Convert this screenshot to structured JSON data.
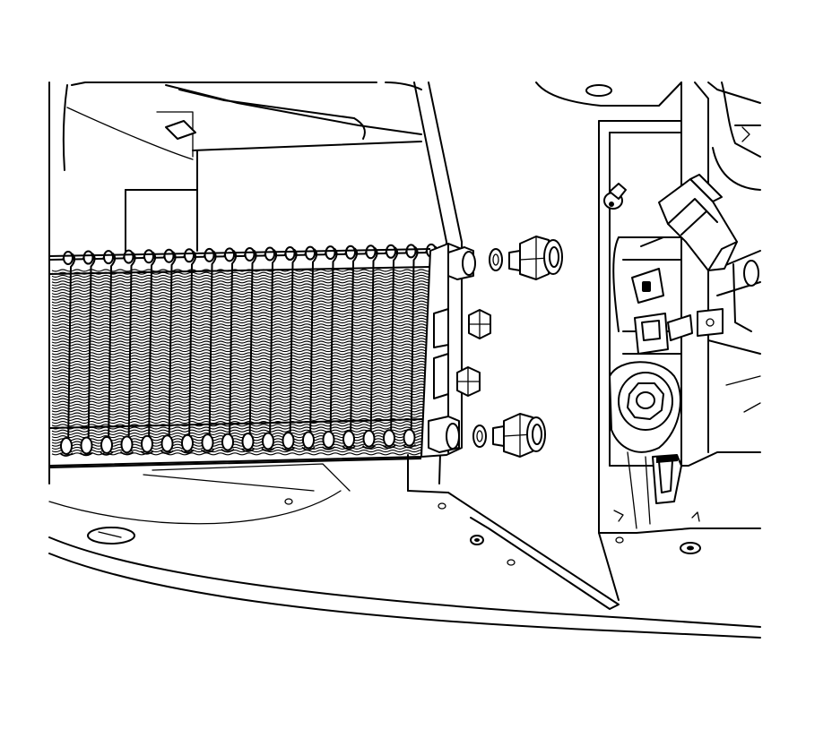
{
  "illustration": {
    "colors": {
      "line": "#000000",
      "background": "#ffffff"
    },
    "components": [
      {
        "id": "oil-cooler",
        "icon": "oil-cooler-icon"
      },
      {
        "id": "upper-cooler-line-fitting",
        "icon": "hose-fitting-icon"
      },
      {
        "id": "lower-cooler-line-fitting",
        "icon": "hose-fitting-icon"
      },
      {
        "id": "upper-sealing-washer",
        "icon": "washer-icon"
      },
      {
        "id": "lower-sealing-washer",
        "icon": "washer-icon"
      },
      {
        "id": "mounting-bolt",
        "icon": "bolt-icon"
      },
      {
        "id": "mounting-bracket",
        "icon": "bracket-icon"
      },
      {
        "id": "electrical-connector",
        "icon": "connector-icon"
      },
      {
        "id": "suspension-bushing",
        "icon": "bushing-icon"
      }
    ]
  }
}
